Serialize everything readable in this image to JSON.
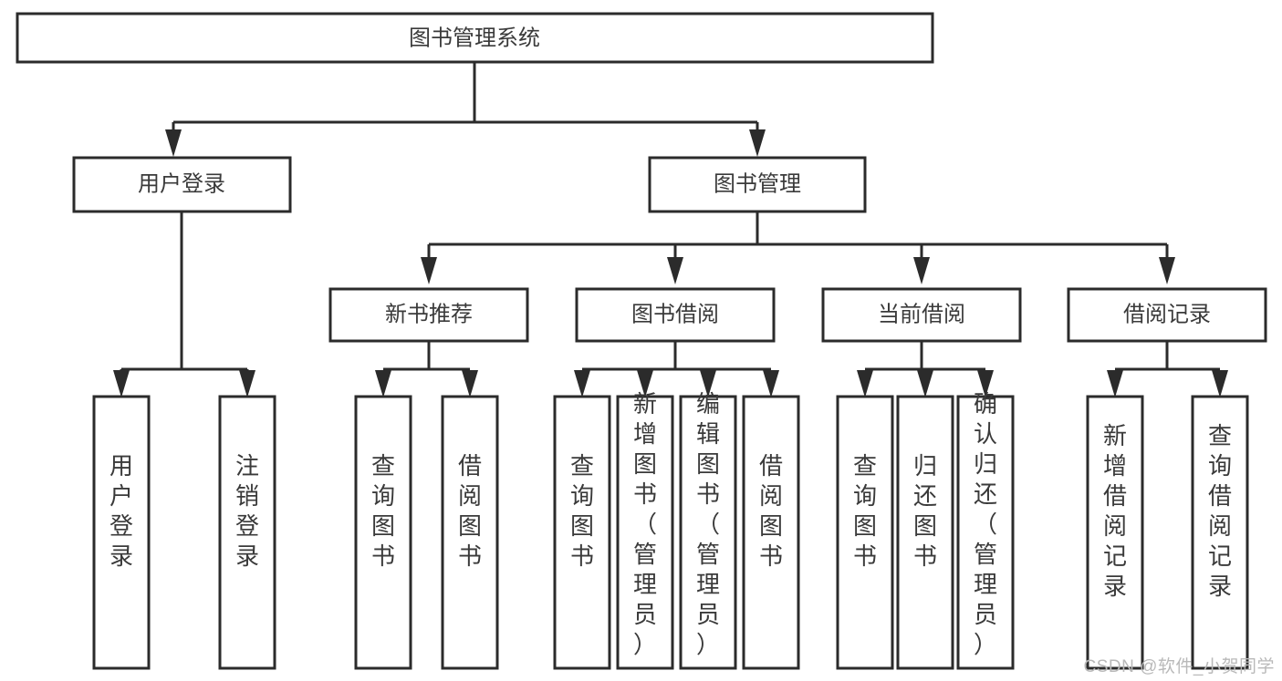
{
  "diagram": {
    "type": "tree",
    "title": "图书管理系统",
    "watermark": "CSDN @软件_小贺同学",
    "colors": {
      "box_stroke": "#2b2b2b",
      "box_fill": "#ffffff",
      "text": "#3a3a3a",
      "connector": "#2b2b2b",
      "watermark": "#b9b9b9",
      "background": "#ffffff"
    },
    "levels": {
      "root": {
        "label": "图书管理系统",
        "orientation": "horizontal"
      },
      "level2": [
        {
          "label": "用户登录",
          "orientation": "horizontal"
        },
        {
          "label": "图书管理",
          "orientation": "horizontal"
        }
      ],
      "level3": [
        {
          "label": "新书推荐",
          "orientation": "horizontal",
          "parent": "图书管理"
        },
        {
          "label": "图书借阅",
          "orientation": "horizontal",
          "parent": "图书管理"
        },
        {
          "label": "当前借阅",
          "orientation": "horizontal",
          "parent": "图书管理"
        },
        {
          "label": "借阅记录",
          "orientation": "horizontal",
          "parent": "图书管理"
        }
      ],
      "leaves": [
        {
          "label": "用户登录",
          "orientation": "vertical",
          "parent": "用户登录"
        },
        {
          "label": "注销登录",
          "orientation": "vertical",
          "parent": "用户登录"
        },
        {
          "label": "查询图书",
          "orientation": "vertical",
          "parent": "新书推荐"
        },
        {
          "label": "借阅图书",
          "orientation": "vertical",
          "parent": "新书推荐"
        },
        {
          "label": "查询图书",
          "orientation": "vertical",
          "parent": "图书借阅"
        },
        {
          "label": "新增图书（管理员）",
          "orientation": "vertical",
          "parent": "图书借阅"
        },
        {
          "label": "编辑图书（管理员）",
          "orientation": "vertical",
          "parent": "图书借阅"
        },
        {
          "label": "借阅图书",
          "orientation": "vertical",
          "parent": "图书借阅"
        },
        {
          "label": "查询图书",
          "orientation": "vertical",
          "parent": "当前借阅"
        },
        {
          "label": "归还图书",
          "orientation": "vertical",
          "parent": "当前借阅"
        },
        {
          "label": "确认归还（管理员）",
          "orientation": "vertical",
          "parent": "当前借阅"
        },
        {
          "label": "新增借阅记录",
          "orientation": "vertical",
          "parent": "借阅记录"
        },
        {
          "label": "查询借阅记录",
          "orientation": "vertical",
          "parent": "借阅记录"
        }
      ]
    },
    "nodes": {
      "root": "图书管理系统",
      "user_login": "用户登录",
      "book_manage": "图书管理",
      "new_book_rec": "新书推荐",
      "book_borrow": "图书借阅",
      "current_borrow": "当前借阅",
      "borrow_record": "借阅记录",
      "leaf_user_login": "用户登录",
      "leaf_logout": "注销登录",
      "leaf_rec_query_book": "查询图书",
      "leaf_rec_borrow_book": "借阅图书",
      "leaf_bb_query_book": "查询图书",
      "leaf_bb_add_book": "新增图书（管理员）",
      "leaf_bb_edit_book": "编辑图书（管理员）",
      "leaf_bb_borrow_book": "借阅图书",
      "leaf_cb_query_book": "查询图书",
      "leaf_cb_return_book": "归还图书",
      "leaf_cb_confirm_return": "确认归还（管理员）",
      "leaf_br_add_record": "新增借阅记录",
      "leaf_br_query_record": "查询借阅记录"
    }
  }
}
